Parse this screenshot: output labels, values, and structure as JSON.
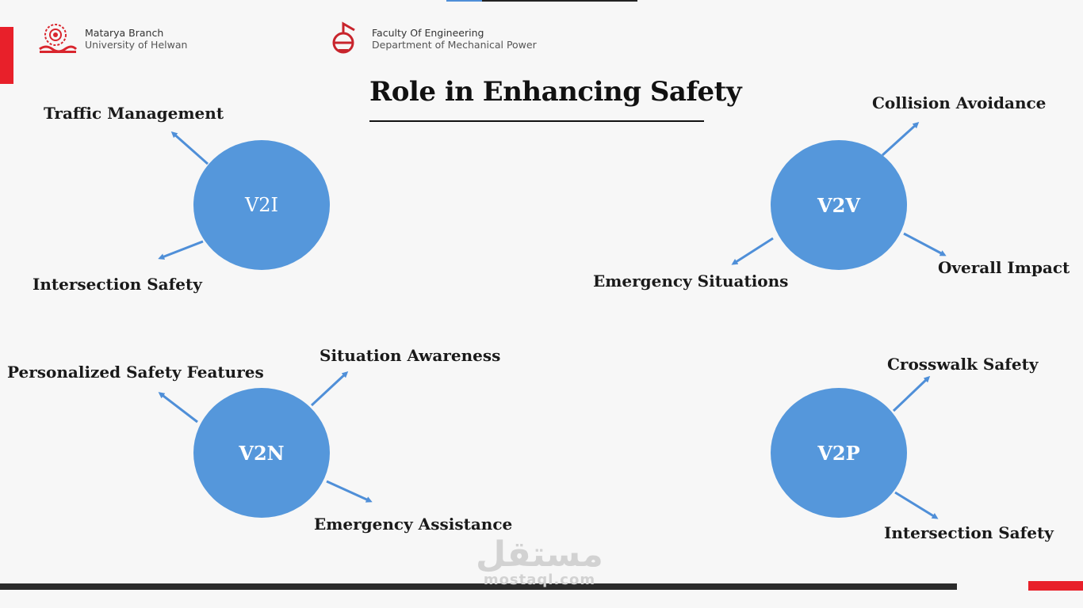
{
  "header": {
    "logo_left": {
      "line1": "Matarya Branch",
      "line2": "University of Helwan"
    },
    "logo_right": {
      "line1": "Faculty Of Engineering",
      "line2": "Department of Mechanical Power"
    }
  },
  "title": "Role in Enhancing Safety",
  "nodes": [
    {
      "label": "V2I",
      "branches": [
        "Traffic Management",
        "Intersection Safety"
      ]
    },
    {
      "label": "V2V",
      "branches": [
        "Collision Avoidance",
        "Overall Impact",
        "Emergency Situations"
      ]
    },
    {
      "label": "V2N",
      "branches": [
        "Personalized Safety Features",
        "Situation Awareness",
        "Emergency Assistance"
      ]
    },
    {
      "label": "V2P",
      "branches": [
        "Crosswalk Safety",
        "Intersection Safety"
      ]
    }
  ],
  "watermark": {
    "arabic": "مستقل",
    "latin": "mostaql.com"
  },
  "colors": {
    "node_fill": "#5597db",
    "arrow": "#4f8fd8",
    "accent_red": "#e8202a"
  }
}
